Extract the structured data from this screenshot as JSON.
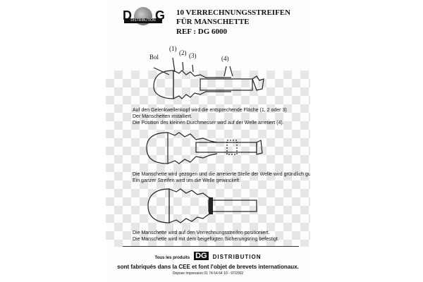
{
  "logo": {
    "letter_left": "D",
    "letter_right": "G",
    "band": "DISTRIBUTION",
    "icon": "globe-icon"
  },
  "header": {
    "line1": "10 VERRECHNUNGSSTREIFEN",
    "line2": "FÜR MANSCHETTE",
    "ref": "REF : DG 6000"
  },
  "labels": {
    "bol": "Bol",
    "n1": "(1)",
    "n2": "(2)",
    "n3": "(3)",
    "n4": "(4)"
  },
  "steps": [
    {
      "line1": "Auf den Gelenkwellenkopf wird die entsprechende Fläche (1, 2 oder 3)",
      "line2": "Der Manschetten installiert.",
      "line3": "Die Position des kleinen Durchmesser wird auf der Welle arretiert (4)."
    },
    {
      "line1": "Die Manschette wird gezogen und die arretierte Stelle der Welle wird gründlich gut",
      "line2": "Ein ganzer Streifen wird um die Welle gewinckelt."
    },
    {
      "line1": "Die Manschette wird auf den Verrechnungsstreifen positioniert.",
      "line2": "Die Manschette wird mit dem beigefügten Sicherungsring befestigt."
    }
  ],
  "footer": {
    "prefix": "Tous les produits",
    "brand": "DG",
    "brand_suffix": "DISTRIBUTION",
    "line2": "sont fabriqués dans la CEE et font l'objet de brevets internationaux.",
    "line3": "Dépose Impression 01 74 64 64 10 - 97/2002"
  }
}
